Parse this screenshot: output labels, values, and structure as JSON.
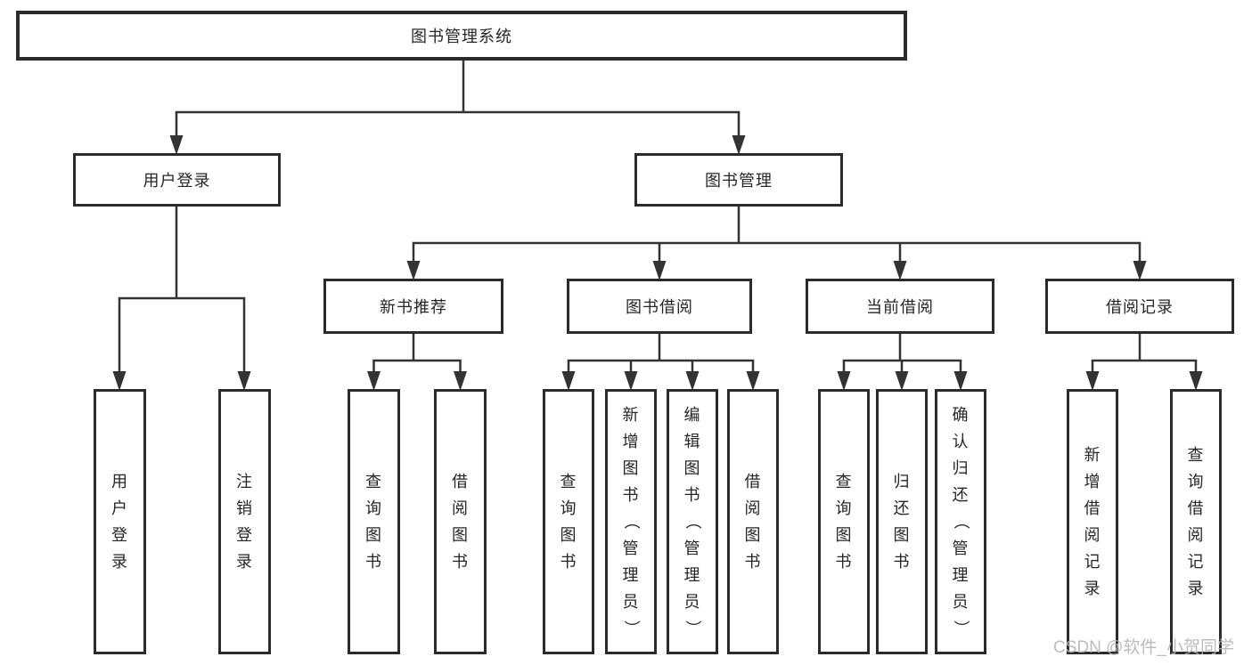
{
  "diagram_type": "hierarchy-tree",
  "colors": {
    "background": "#ffffff",
    "line": "#333333",
    "box_border": "#2b2b2b",
    "text": "#262626",
    "watermark": "#b5b5b5"
  },
  "nodes": {
    "root": {
      "label": "图书管理系统"
    },
    "user_login": {
      "label": "用户登录"
    },
    "book_mgmt": {
      "label": "图书管理"
    },
    "new_book": {
      "label": "新书推荐"
    },
    "book_borrow": {
      "label": "图书借阅"
    },
    "current_borrow": {
      "label": "当前借阅"
    },
    "borrow_records": {
      "label": "借阅记录"
    },
    "leaves": {
      "user_login": [
        "用户登录",
        "注销登录"
      ],
      "new_book": [
        "查询图书",
        "借阅图书"
      ],
      "book_borrow": [
        "查询图书",
        "新增图书（管理员）",
        "编辑图书（管理员）",
        "借阅图书"
      ],
      "current_borrow": [
        "查询图书",
        "归还图书",
        "确认归还（管理员）"
      ],
      "borrow_records": [
        "新增借阅记录",
        "查询借阅记录"
      ]
    }
  },
  "watermark": {
    "text": "CSDN @软件_小贺同学"
  }
}
